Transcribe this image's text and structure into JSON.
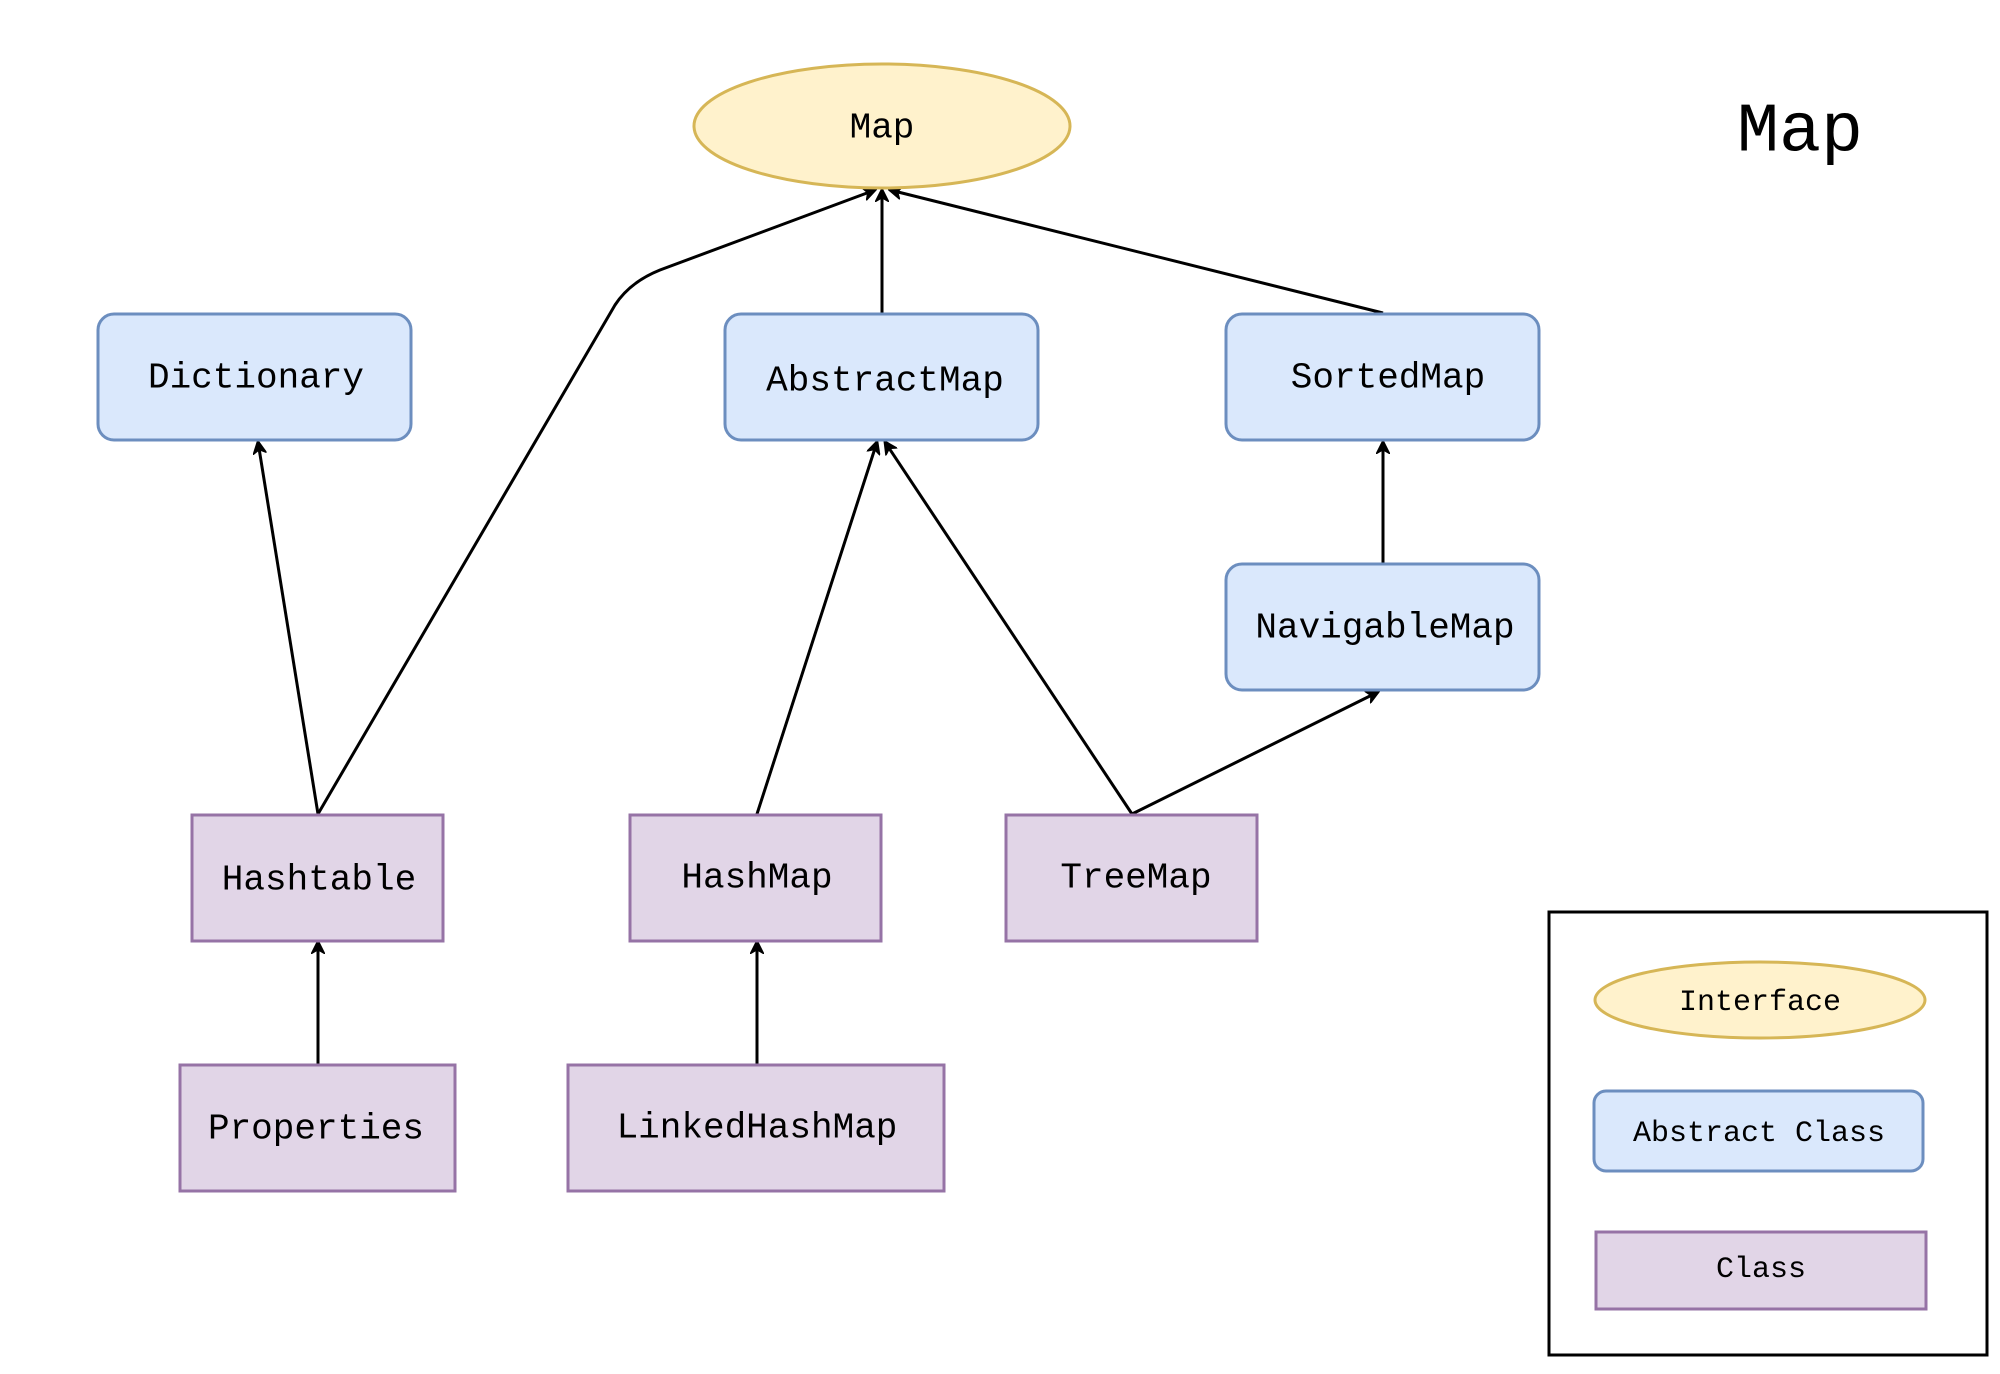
{
  "diagram": {
    "title": "Map",
    "nodes": {
      "map": "Map",
      "dictionary": "Dictionary",
      "abstract_map": "AbstractMap",
      "sorted_map": "SortedMap",
      "navigable_map": "NavigableMap",
      "hashtable": "Hashtable",
      "hash_map": "HashMap",
      "tree_map": "TreeMap",
      "properties": "Properties",
      "linked_hash_map": "LinkedHashMap"
    },
    "edges": [
      {
        "from": "Hashtable",
        "to": "Dictionary"
      },
      {
        "from": "Hashtable",
        "to": "Map"
      },
      {
        "from": "AbstractMap",
        "to": "Map"
      },
      {
        "from": "SortedMap",
        "to": "Map"
      },
      {
        "from": "NavigableMap",
        "to": "SortedMap"
      },
      {
        "from": "HashMap",
        "to": "AbstractMap"
      },
      {
        "from": "TreeMap",
        "to": "AbstractMap"
      },
      {
        "from": "TreeMap",
        "to": "NavigableMap"
      },
      {
        "from": "Properties",
        "to": "Hashtable"
      },
      {
        "from": "LinkedHashMap",
        "to": "HashMap"
      }
    ],
    "legend": {
      "interface": "Interface",
      "abstract_class": "Abstract Class",
      "class": "Class"
    },
    "colors": {
      "interface_fill": "#fff2cc",
      "interface_stroke": "#d6b656",
      "abstract_fill": "#dae8fc",
      "abstract_stroke": "#6c8ebf",
      "class_fill": "#e1d5e7",
      "class_stroke": "#9673a6"
    }
  }
}
